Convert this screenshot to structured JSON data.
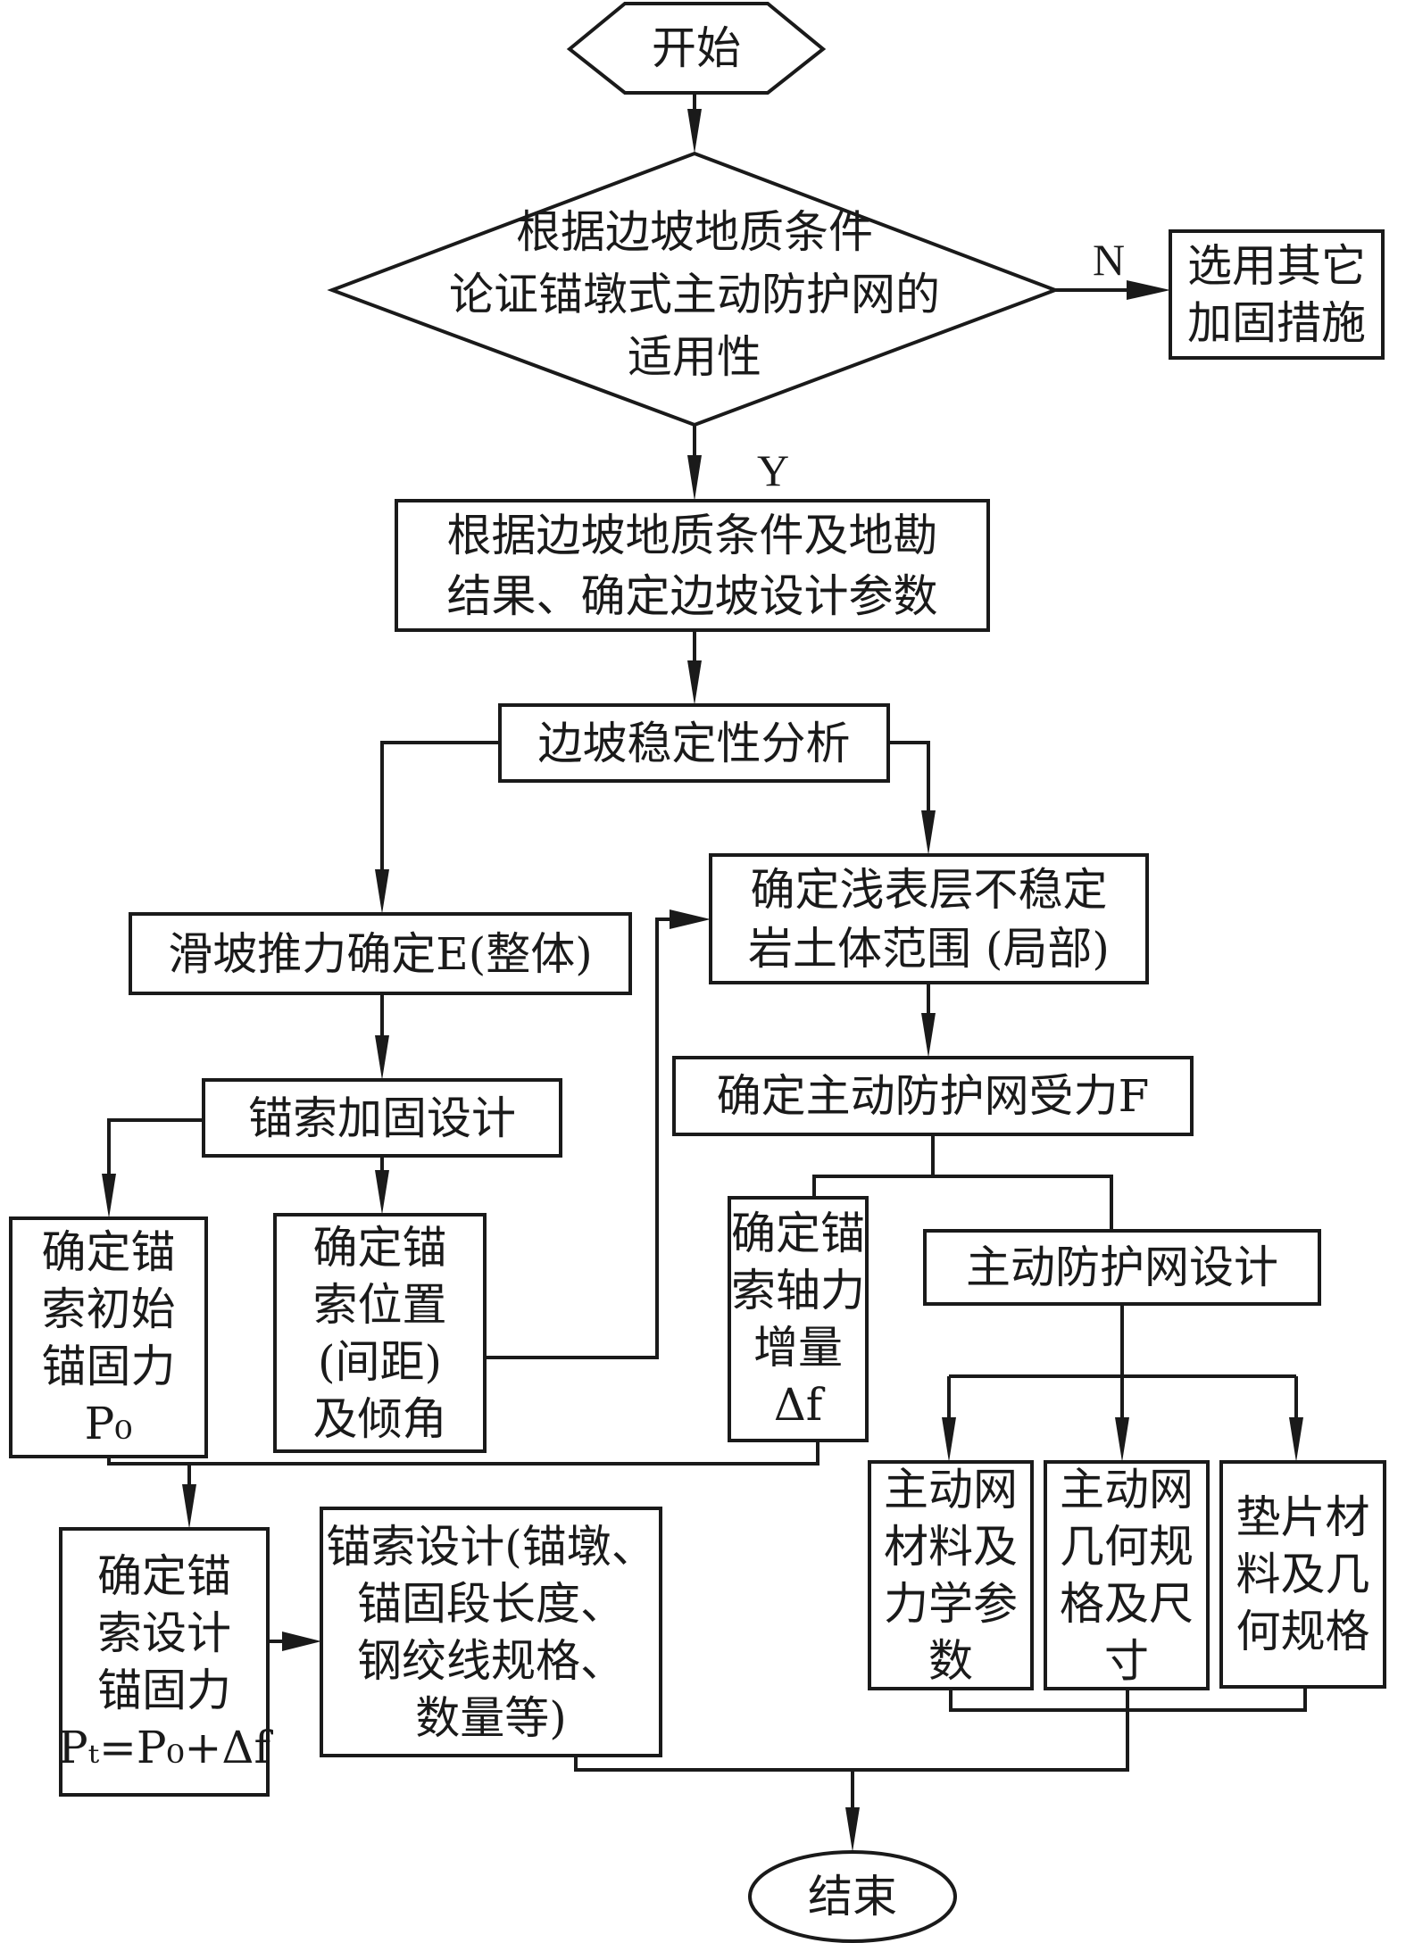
{
  "diagram": {
    "type": "flowchart",
    "nodes": {
      "start": "开始",
      "decision": "根据边坡地质条件\n论证锚墩式主动防护网的\n适用性",
      "alt_measures": "选用其它\n加固措施",
      "design_params": "根据边坡地质条件及地勘\n结果、确定边坡设计参数",
      "stability": "边坡稳定性分析",
      "shallow_range": "确定浅表层不稳定\n岩土体范围 (局部)",
      "thrust": "滑坡推力确定E(整体)",
      "anchor_reinforce": "锚索加固设计",
      "net_force": "确定主动防护网受力F",
      "initial_force": "确定锚\n索初始\n锚固力\nP₀",
      "anchor_position": "确定锚\n索位置\n(间距)\n及倾角",
      "axial_increment": "确定锚\n索轴力\n增量\nΔf",
      "net_design": "主动防护网设计",
      "net_material": "主动网\n材料及\n力学参\n数",
      "net_geometry": "主动网\n几何规\n格及尺\n寸",
      "washer": "垫片材\n料及几\n何规格",
      "design_force": "确定锚\n索设计\n锚固力\nPₜ=P₀+Δf",
      "anchor_design": "锚索设计(锚墩、\n锚固段长度、\n钢绞线规格、\n数量等)",
      "end": "结束"
    },
    "branch_labels": {
      "no": "N",
      "yes": "Y"
    },
    "edges": [
      [
        "start",
        "decision"
      ],
      [
        "decision",
        "alt_measures",
        "N"
      ],
      [
        "decision",
        "design_params",
        "Y"
      ],
      [
        "design_params",
        "stability"
      ],
      [
        "stability",
        "thrust"
      ],
      [
        "stability",
        "shallow_range"
      ],
      [
        "thrust",
        "anchor_reinforce"
      ],
      [
        "anchor_reinforce",
        "initial_force"
      ],
      [
        "anchor_reinforce",
        "anchor_position"
      ],
      [
        "anchor_position",
        "shallow_range"
      ],
      [
        "shallow_range",
        "net_force"
      ],
      [
        "net_force",
        "axial_increment"
      ],
      [
        "net_force",
        "net_design"
      ],
      [
        "net_design",
        "net_material"
      ],
      [
        "net_design",
        "net_geometry"
      ],
      [
        "net_design",
        "washer"
      ],
      [
        "initial_force",
        "design_force"
      ],
      [
        "axial_increment",
        "design_force"
      ],
      [
        "design_force",
        "anchor_design"
      ],
      [
        "anchor_design",
        "end"
      ],
      [
        "net_material",
        "end"
      ],
      [
        "net_geometry",
        "end"
      ],
      [
        "washer",
        "end"
      ]
    ]
  }
}
